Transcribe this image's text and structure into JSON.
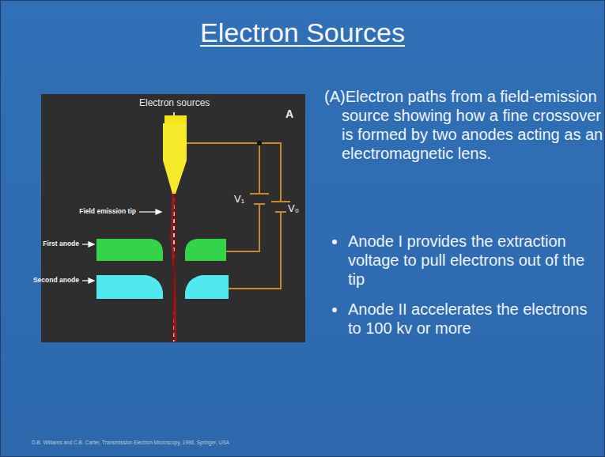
{
  "diagram": {
    "title": "Electron Sources",
    "labels": [
      "Electron sources",
      "A",
      "Field emission tip",
      "First anode",
      "Second anode",
      "V₁",
      "V₀",
      "(A)Electron paths from a field-emission source showing how a fine crossover is formed by two anodes acting as an electromagnetic lens.",
      "Anode I provides the extraction voltage to pull electrons out of the tip",
      "Anode II accelerates the electrons to 100 kv or more",
      "D.B. Williams and C.B. Carter, Transmission Electron Microscopy, 1996, Springer, USA"
    ]
  }
}
